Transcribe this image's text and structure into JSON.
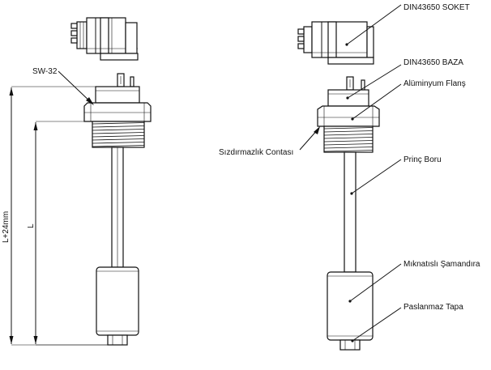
{
  "labels": {
    "sw": "SW-32",
    "dim_total": "L+24mm",
    "dim_length": "L",
    "soket": "DIN43650 SOKET",
    "baza": "DIN43650 BAZA",
    "flans": "Alüminyum Flanş",
    "conta": "Sızdırmazlık Contası",
    "boru": "Prinç Boru",
    "samandira": "Mıknatıslı Şamandıra",
    "tapa": "Paslanmaz Tapa"
  }
}
